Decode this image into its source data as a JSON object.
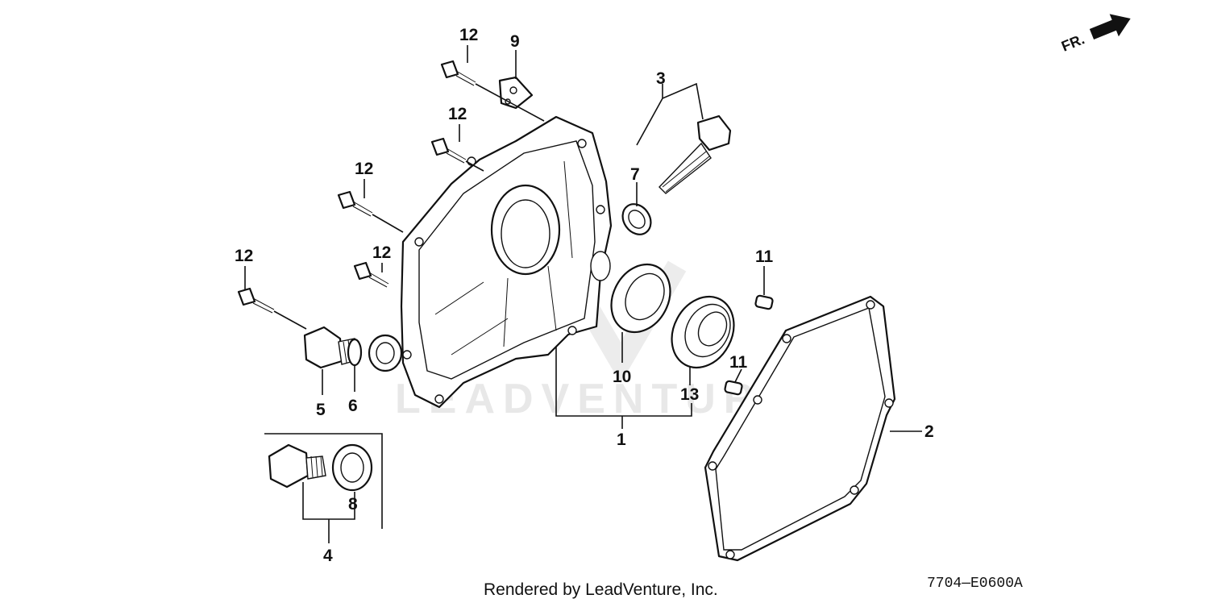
{
  "watermark": "LEADVENTURE",
  "footer": {
    "credit": "Rendered by LeadVenture, Inc.",
    "diagram_code": "7704—E0600A"
  },
  "direction_indicator": {
    "label": "FR.",
    "icon": "arrow-right-icon"
  },
  "callouts": [
    {
      "id": "c-12a",
      "label": "12"
    },
    {
      "id": "c-9",
      "label": "9"
    },
    {
      "id": "c-12b",
      "label": "12"
    },
    {
      "id": "c-12c",
      "label": "12"
    },
    {
      "id": "c-12d",
      "label": "12"
    },
    {
      "id": "c-12e",
      "label": "12"
    },
    {
      "id": "c-3",
      "label": "3"
    },
    {
      "id": "c-7",
      "label": "7"
    },
    {
      "id": "c-11a",
      "label": "11"
    },
    {
      "id": "c-11b",
      "label": "11"
    },
    {
      "id": "c-10",
      "label": "10"
    },
    {
      "id": "c-13",
      "label": "13"
    },
    {
      "id": "c-1",
      "label": "1"
    },
    {
      "id": "c-2",
      "label": "2"
    },
    {
      "id": "c-5",
      "label": "5"
    },
    {
      "id": "c-6",
      "label": "6"
    },
    {
      "id": "c-8",
      "label": "8"
    },
    {
      "id": "c-4",
      "label": "4"
    }
  ]
}
